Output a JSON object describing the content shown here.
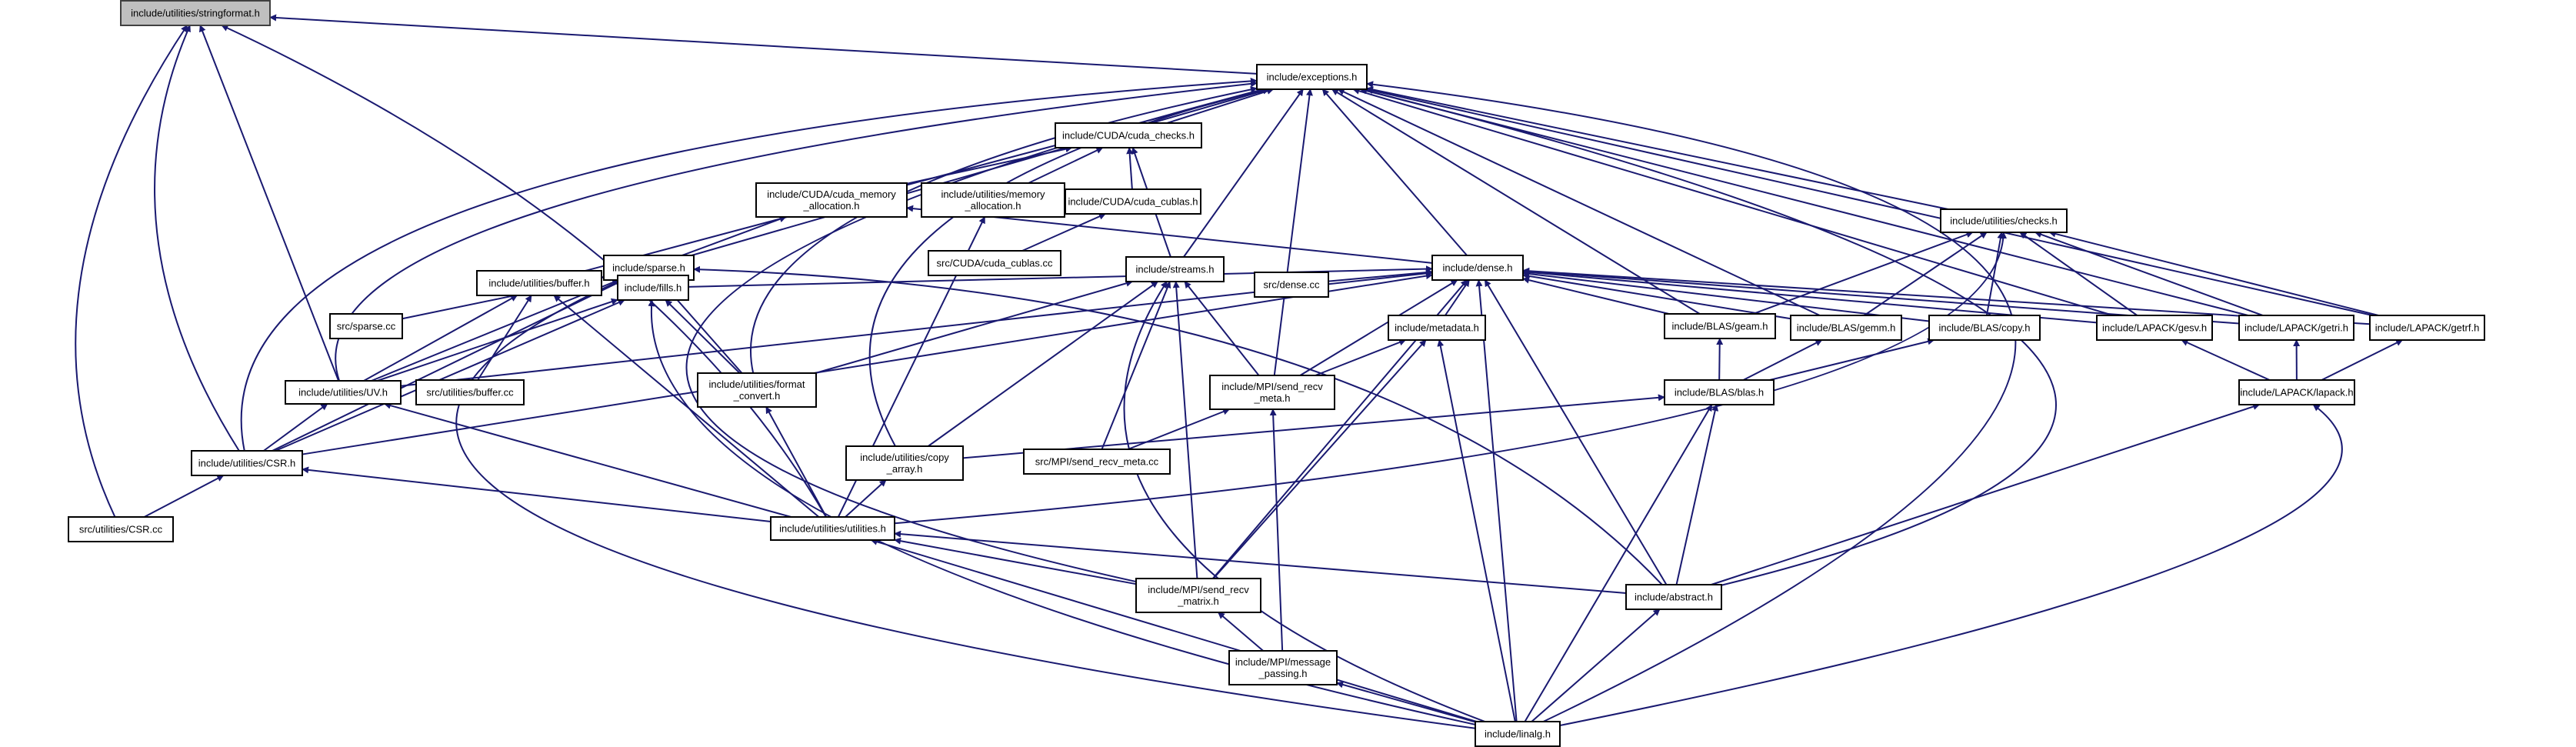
{
  "graph": {
    "nodes": [
      {
        "id": "stringformat",
        "lines": [
          "include/utilities/stringformat.h"
        ],
        "root": true
      },
      {
        "id": "exceptions",
        "lines": [
          "include/exceptions.h"
        ]
      },
      {
        "id": "cuda_checks",
        "lines": [
          "include/CUDA/cuda_checks.h"
        ]
      },
      {
        "id": "cuda_memory",
        "lines": [
          "include/CUDA/cuda_memory",
          "_allocation.h"
        ]
      },
      {
        "id": "util_memory",
        "lines": [
          "include/utilities/memory",
          "_allocation.h"
        ]
      },
      {
        "id": "cuda_cublas_h",
        "lines": [
          "include/CUDA/cuda_cublas.h"
        ]
      },
      {
        "id": "cuda_cublas_cc",
        "lines": [
          "src/CUDA/cuda_cublas.cc"
        ]
      },
      {
        "id": "sparse_h",
        "lines": [
          "include/sparse.h"
        ]
      },
      {
        "id": "streams",
        "lines": [
          "include/streams.h"
        ]
      },
      {
        "id": "dense_h",
        "lines": [
          "include/dense.h"
        ]
      },
      {
        "id": "util_checks",
        "lines": [
          "include/utilities/checks.h"
        ]
      },
      {
        "id": "sparse_cc",
        "lines": [
          "src/sparse.cc"
        ]
      },
      {
        "id": "util_buffer_h",
        "lines": [
          "include/utilities/buffer.h"
        ]
      },
      {
        "id": "fills",
        "lines": [
          "include/fills.h"
        ]
      },
      {
        "id": "dense_cc",
        "lines": [
          "src/dense.cc"
        ]
      },
      {
        "id": "metadata",
        "lines": [
          "include/metadata.h"
        ]
      },
      {
        "id": "blas_geam",
        "lines": [
          "include/BLAS/geam.h"
        ]
      },
      {
        "id": "blas_gemm",
        "lines": [
          "include/BLAS/gemm.h"
        ]
      },
      {
        "id": "blas_copy",
        "lines": [
          "include/BLAS/copy.h"
        ]
      },
      {
        "id": "lapack_gesv",
        "lines": [
          "include/LAPACK/gesv.h"
        ]
      },
      {
        "id": "lapack_getri",
        "lines": [
          "include/LAPACK/getri.h"
        ]
      },
      {
        "id": "lapack_getrf",
        "lines": [
          "include/LAPACK/getrf.h"
        ]
      },
      {
        "id": "util_uv",
        "lines": [
          "include/utilities/UV.h"
        ]
      },
      {
        "id": "buffer_cc",
        "lines": [
          "src/utilities/buffer.cc"
        ]
      },
      {
        "id": "util_format",
        "lines": [
          "include/utilities/format",
          "_convert.h"
        ]
      },
      {
        "id": "mpi_send_meta",
        "lines": [
          "include/MPI/send_recv",
          "_meta.h"
        ]
      },
      {
        "id": "blas_h",
        "lines": [
          "include/BLAS/blas.h"
        ]
      },
      {
        "id": "lapack_h",
        "lines": [
          "include/LAPACK/lapack.h"
        ]
      },
      {
        "id": "util_csr",
        "lines": [
          "include/utilities/CSR.h"
        ]
      },
      {
        "id": "util_copy",
        "lines": [
          "include/utilities/copy",
          "_array.h"
        ]
      },
      {
        "id": "mpi_send_meta_cc",
        "lines": [
          "src/MPI/send_recv_meta.cc"
        ]
      },
      {
        "id": "csr_cc",
        "lines": [
          "src/utilities/CSR.cc"
        ]
      },
      {
        "id": "util_utilities",
        "lines": [
          "include/utilities/utilities.h"
        ]
      },
      {
        "id": "mpi_send_matrix",
        "lines": [
          "include/MPI/send_recv",
          "_matrix.h"
        ]
      },
      {
        "id": "abstract",
        "lines": [
          "include/abstract.h"
        ]
      },
      {
        "id": "mpi_message",
        "lines": [
          "include/MPI/message",
          "_passing.h"
        ]
      },
      {
        "id": "linalg",
        "lines": [
          "include/linalg.h"
        ]
      }
    ]
  }
}
